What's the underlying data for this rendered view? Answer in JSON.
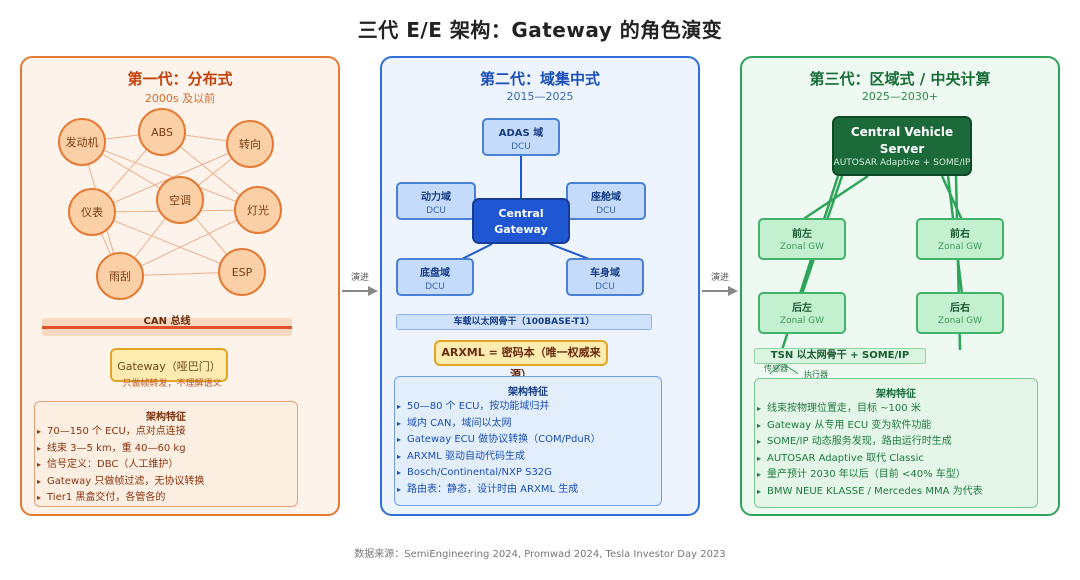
{
  "title": "三代 E/E 架构：Gateway 的角色演变",
  "arrow_label": "演进",
  "footer": "数据来源：SemiEngineering 2024, Promwad 2024, Tesla Investor Day 2023",
  "gen1": {
    "title": "第一代：分布式",
    "period": "2000s 及以前",
    "nodes": [
      "发动机",
      "ABS",
      "转向",
      "仪表",
      "空调",
      "灯光",
      "雨刮",
      "ESP"
    ],
    "bus_label": "CAN 总线",
    "gateway_label": "Gateway（哑巴门）",
    "gateway_note": "只做帧转发，不理解语义",
    "features_title": "架构特征",
    "features": [
      "70—150 个 ECU，点对点连接",
      "线束 3—5 km，重 40—60 kg",
      "信号定义：DBC（人工维护）",
      "Gateway 只做帧过滤，无协议转换",
      "Tier1 黑盒交付，各管各的"
    ]
  },
  "gen2": {
    "title": "第二代：域集中式",
    "period": "2015—2025",
    "central": "Central Gateway",
    "domains": [
      {
        "name": "ADAS 域",
        "unit": "DCU"
      },
      {
        "name": "动力域",
        "unit": "DCU"
      },
      {
        "name": "座舱域",
        "unit": "DCU"
      },
      {
        "name": "底盘域",
        "unit": "DCU"
      },
      {
        "name": "车身域",
        "unit": "DCU"
      }
    ],
    "backbone": "车载以太网骨干（100BASE-T1）",
    "arxml": "ARXML = 密码本（唯一权威来源）",
    "features_title": "架构特征",
    "features": [
      "50—80 个 ECU，按功能域归并",
      "域内 CAN，域间以太网",
      "Gateway ECU 做协议转换（COM/PduR）",
      "ARXML 驱动自动代码生成",
      "Bosch/Continental/NXP S32G",
      "路由表：静态，设计时由 ARXML 生成"
    ]
  },
  "gen3": {
    "title": "第三代：区域式 / 中央计算",
    "period": "2025—2030+",
    "server_name": "Central Vehicle Server",
    "server_sub": "AUTOSAR Adaptive + SOME/IP",
    "zones": [
      {
        "name": "前左",
        "unit": "Zonal GW"
      },
      {
        "name": "前右",
        "unit": "Zonal GW"
      },
      {
        "name": "后左",
        "unit": "Zonal GW"
      },
      {
        "name": "后右",
        "unit": "Zonal GW"
      }
    ],
    "backbone": "TSN 以太网骨干 + SOME/IP",
    "sensor": "传感器",
    "actuator": "执行器",
    "features_title": "架构特征",
    "features": [
      "线束按物理位置走，目标 ~100 米",
      "Gateway 从专用 ECU 变为软件功能",
      "SOME/IP 动态服务发现，路由运行时生成",
      "AUTOSAR Adaptive 取代 Classic",
      "量产预计 2030 年以后（目前 <40% 车型）",
      "BMW NEUE KLASSE / Mercedes MMA 为代表"
    ]
  },
  "colors": {
    "gen1": "#e57a35",
    "gen2": "#2f6fd6",
    "gen3": "#2ea35a"
  }
}
